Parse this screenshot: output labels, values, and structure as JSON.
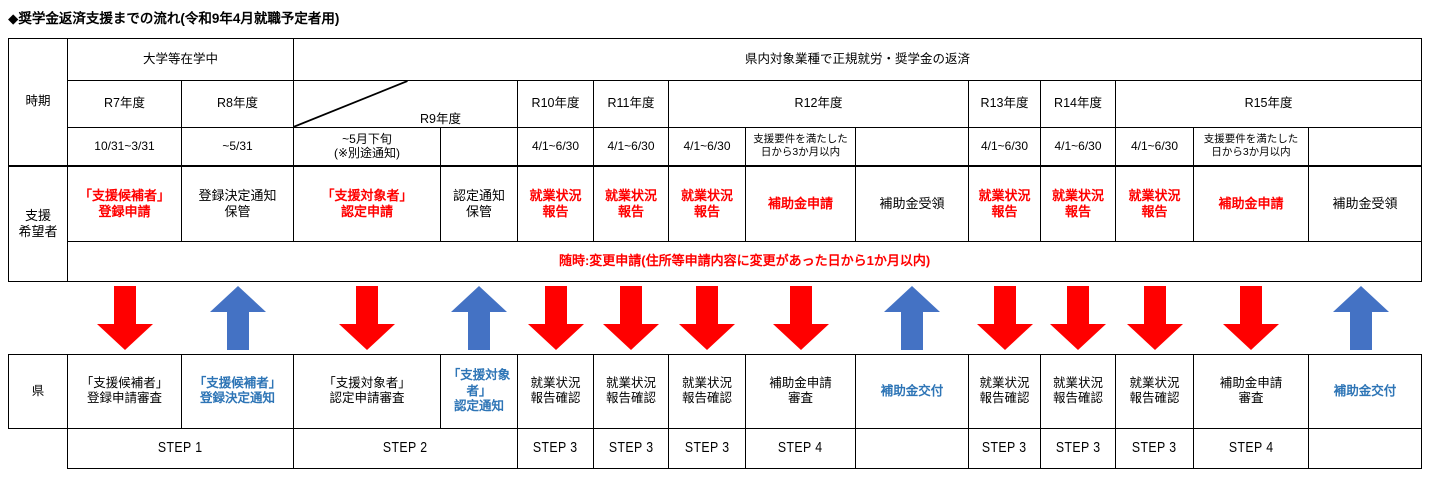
{
  "title": "◆奨学金返済支援までの流れ(令和9年4月就職予定者用)",
  "colors": {
    "red": "#FF0000",
    "blue": "#2E75B6",
    "black": "#000000",
    "arrow_red": "#FF0000",
    "arrow_blue": "#4472C4",
    "border": "#000000"
  },
  "row_labels": {
    "period": "時期",
    "applicant": "支援\n希望者",
    "prefecture": "県"
  },
  "phases": {
    "in_school": "大学等在学中",
    "working": "県内対象業種で正規就労・奨学金の返済"
  },
  "years": {
    "r7": "R7年度",
    "r8": "R8年度",
    "r9": "R9年度",
    "r10": "R10年度",
    "r11": "R11年度",
    "r12": "R12年度",
    "r13": "R13年度",
    "r14": "R14年度",
    "r15": "R15年度"
  },
  "dates": [
    "10/31~3/31",
    "~5/31",
    "~5月下旬\n(※別途通知)",
    "",
    "4/1~6/30",
    "4/1~6/30",
    "4/1~6/30",
    "支援要件を満たした\n日から3か月以内",
    "",
    "4/1~6/30",
    "4/1~6/30",
    "4/1~6/30",
    "支援要件を満たした\n日から3か月以内",
    ""
  ],
  "applicant_actions": [
    {
      "text": "「支援候補者」\n登録申請",
      "color": "red"
    },
    {
      "text": "登録決定通知\n保管",
      "color": "black"
    },
    {
      "text": "「支援対象者」\n認定申請",
      "color": "red"
    },
    {
      "text": "認定通知\n保管",
      "color": "black"
    },
    {
      "text": "就業状況\n報告",
      "color": "red"
    },
    {
      "text": "就業状況\n報告",
      "color": "red"
    },
    {
      "text": "就業状況\n報告",
      "color": "red"
    },
    {
      "text": "補助金申請",
      "color": "red"
    },
    {
      "text": "補助金受領",
      "color": "black"
    },
    {
      "text": "就業状況\n報告",
      "color": "red"
    },
    {
      "text": "就業状況\n報告",
      "color": "red"
    },
    {
      "text": "就業状況\n報告",
      "color": "red"
    },
    {
      "text": "補助金申請",
      "color": "red"
    },
    {
      "text": "補助金受領",
      "color": "black"
    }
  ],
  "anytime_note": {
    "text": "随時:変更申請(住所等申請内容に変更があった日から1か月以内)",
    "color": "red"
  },
  "arrows": [
    {
      "dir": "down",
      "color": "red"
    },
    {
      "dir": "up",
      "color": "blue"
    },
    {
      "dir": "down",
      "color": "red"
    },
    {
      "dir": "up",
      "color": "blue"
    },
    {
      "dir": "down",
      "color": "red"
    },
    {
      "dir": "down",
      "color": "red"
    },
    {
      "dir": "down",
      "color": "red"
    },
    {
      "dir": "down",
      "color": "red"
    },
    {
      "dir": "up",
      "color": "blue"
    },
    {
      "dir": "down",
      "color": "red"
    },
    {
      "dir": "down",
      "color": "red"
    },
    {
      "dir": "down",
      "color": "red"
    },
    {
      "dir": "down",
      "color": "red"
    },
    {
      "dir": "up",
      "color": "blue"
    }
  ],
  "prefecture_actions": [
    {
      "text": "「支援候補者」\n登録申請審査",
      "color": "black"
    },
    {
      "text": "「支援候補者」\n登録決定通知",
      "color": "blue"
    },
    {
      "text": "「支援対象者」\n認定申請審査",
      "color": "black"
    },
    {
      "text": "「支援対象者」\n認定通知",
      "color": "blue"
    },
    {
      "text": "就業状況\n報告確認",
      "color": "black"
    },
    {
      "text": "就業状況\n報告確認",
      "color": "black"
    },
    {
      "text": "就業状況\n報告確認",
      "color": "black"
    },
    {
      "text": "補助金申請\n審査",
      "color": "black"
    },
    {
      "text": "補助金交付",
      "color": "blue"
    },
    {
      "text": "就業状況\n報告確認",
      "color": "black"
    },
    {
      "text": "就業状況\n報告確認",
      "color": "black"
    },
    {
      "text": "就業状況\n報告確認",
      "color": "black"
    },
    {
      "text": "補助金申請\n審査",
      "color": "black"
    },
    {
      "text": "補助金交付",
      "color": "blue"
    }
  ],
  "steps": [
    "STEP 1",
    "STEP 2",
    "STEP 3",
    "STEP 3",
    "STEP 3",
    "STEP 4",
    "",
    "STEP 3",
    "STEP 3",
    "STEP 3",
    "STEP 4",
    ""
  ]
}
